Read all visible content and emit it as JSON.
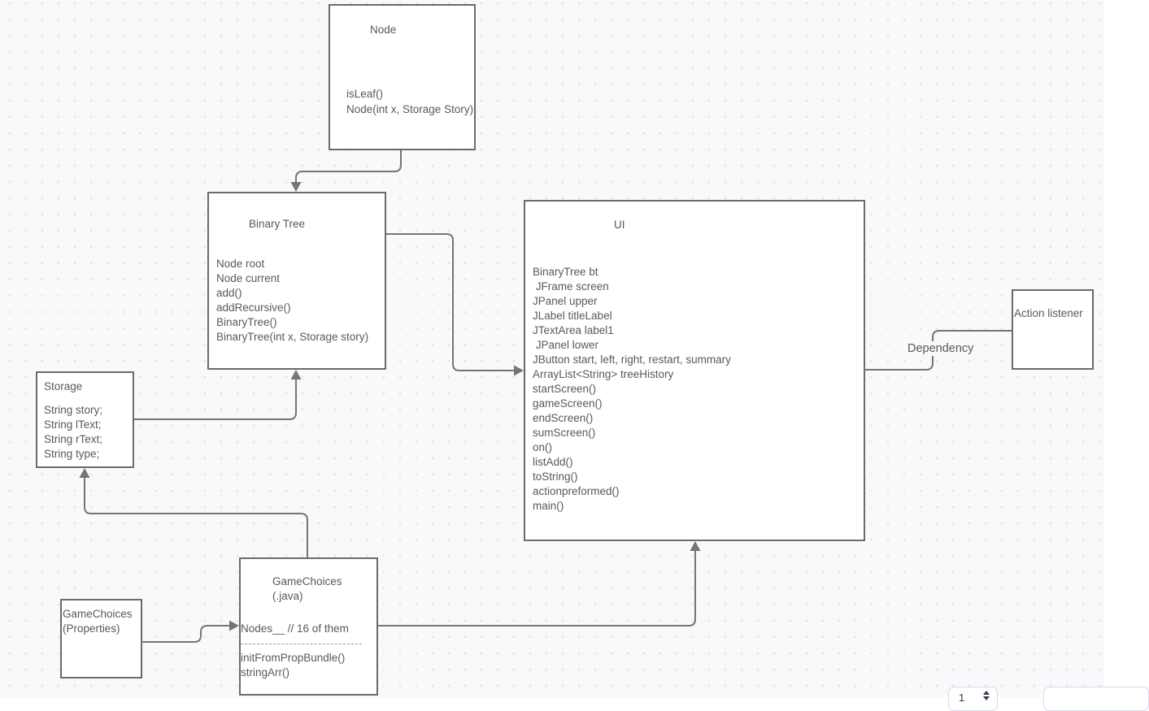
{
  "diagram": {
    "boxes": {
      "node": {
        "title": "Node",
        "lines": [
          "isLeaf()",
          "Node(int x, Storage Story)"
        ]
      },
      "binary_tree": {
        "title": "Binary Tree",
        "lines": [
          "Node root",
          "Node current",
          "add()",
          "addRecursive()",
          "BinaryTree()",
          "BinaryTree(int x, Storage story)"
        ]
      },
      "ui": {
        "title": "UI",
        "lines": [
          "BinaryTree bt",
          " JFrame screen",
          "JPanel upper",
          "JLabel titleLabel",
          "JTextArea label1",
          " JPanel lower",
          "JButton start, left, right, restart, summary",
          "ArrayList<String> treeHistory",
          "startScreen()",
          "gameScreen()",
          "endScreen()",
          "sumScreen()",
          "on()",
          "listAdd()",
          "toString()",
          "actionpreformed()",
          "main()"
        ]
      },
      "storage": {
        "title": "Storage",
        "lines": [
          "String story;",
          "String lText;",
          "String rText;",
          "String type;"
        ]
      },
      "gamechoices_java": {
        "title": "GameChoices\n(.java)",
        "field_line": "Nodes__ // 16 of them",
        "methods": [
          "initFromPropBundle()",
          "stringArr()"
        ]
      },
      "gamechoices_props": {
        "title": "GameChoices\n(Properties)"
      },
      "action_listener": {
        "title": "Action listener"
      }
    },
    "edge_labels": {
      "dependency": "Dependency"
    }
  },
  "page_controls": {
    "page_number": "1"
  }
}
